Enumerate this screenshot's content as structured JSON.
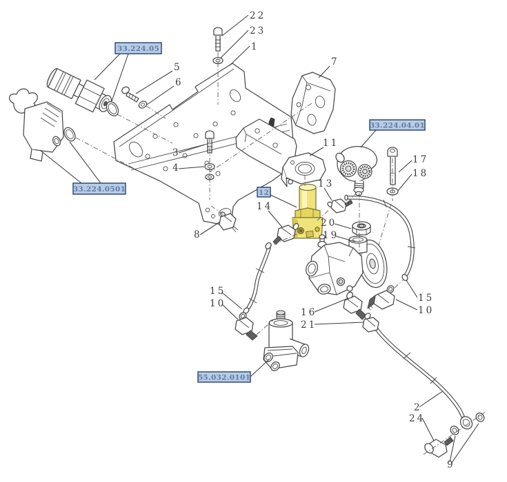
{
  "reference_labels": {
    "coupling_ref": "33.224.05",
    "left_valve_ref": "33.224.0501",
    "distributor_ref": "33.224.04.01",
    "solenoid_ref": "55.032.0101"
  },
  "selected_part": {
    "number": "12"
  },
  "callouts": {
    "c22": "22",
    "c23": "23",
    "c1": "1",
    "c7": "7",
    "c5": "5",
    "c6": "6",
    "c3": "3",
    "c4": "4",
    "c11": "11",
    "c13": "13",
    "c14": "14",
    "c17": "17",
    "c18": "18",
    "c20": "20",
    "c19": "19",
    "c8": "8",
    "c15_left": "15",
    "c10_left": "10",
    "c16": "16",
    "c21": "21",
    "c15_right": "15",
    "c10_right": "10",
    "c2": "2",
    "c24": "24",
    "c9": "9"
  },
  "colors": {
    "background": "#ffffff",
    "line": "#474747",
    "callout_text": "#3c3c3c",
    "highlight_body": "#efe47c",
    "highlight_light": "#f9f5bb",
    "highlight_mid": "#e6d75b",
    "highlight_dark": "#d8c84e",
    "ref_label_bg": "#b8cce4",
    "ref_label_border": "#23406e",
    "ref_label_text": "#5f7ca8"
  }
}
